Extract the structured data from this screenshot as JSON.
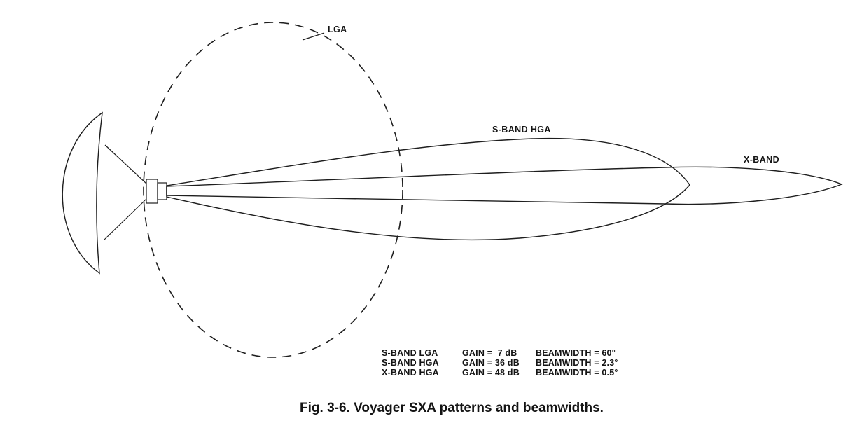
{
  "figure": {
    "caption": "Fig. 3-6. Voyager SXA patterns and beamwidths.",
    "labels": {
      "lga": "LGA",
      "s_band_hga": "S-BAND HGA",
      "x_band": "X-BAND"
    },
    "legend": {
      "rows": [
        {
          "antenna": "S-BAND LGA",
          "gain": "GAIN =  7 dB",
          "beamwidth": "BEAMWIDTH = 60°"
        },
        {
          "antenna": "S-BAND HGA",
          "gain": "GAIN = 36 dB",
          "beamwidth": "BEAMWIDTH = 2.3°"
        },
        {
          "antenna": "X-BAND HGA",
          "gain": "GAIN = 48 dB",
          "beamwidth": "BEAMWIDTH = 0.5°"
        }
      ]
    },
    "colors": {
      "line": "#1e1e1e",
      "background": "#ffffff"
    }
  }
}
